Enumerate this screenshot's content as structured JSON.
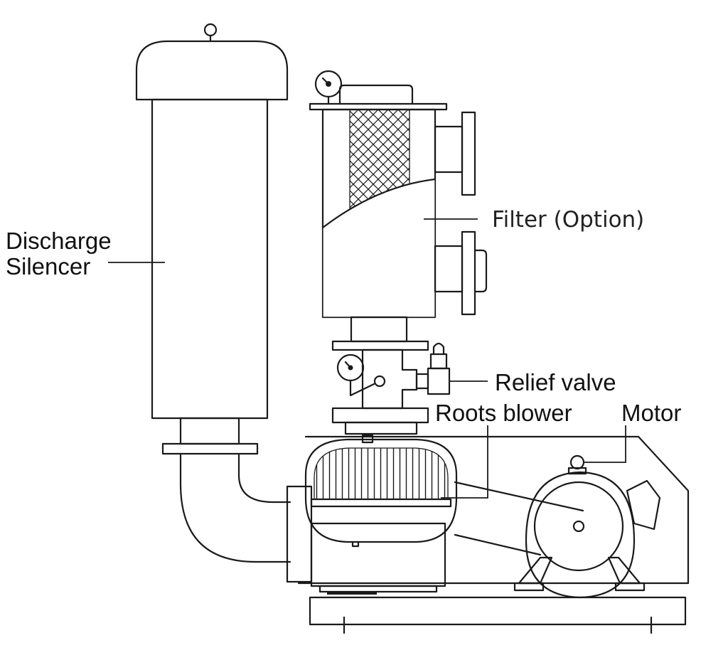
{
  "labels": {
    "discharge_silencer_line1": "Discharge",
    "discharge_silencer_line2": "Silencer",
    "filter": "Filter (Option)",
    "relief_valve": "Relief valve",
    "roots_blower": "Roots blower",
    "motor": "Motor"
  },
  "colors": {
    "line": "#1a1a1a",
    "background": "#ffffff"
  }
}
